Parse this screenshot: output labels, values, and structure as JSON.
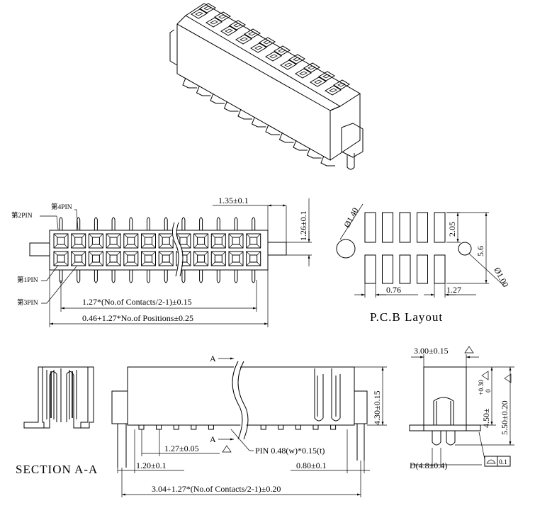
{
  "top_view": {
    "pin_label_2": "第2PIN",
    "pin_label_4": "第4PIN",
    "pin_label_1": "第1PIN",
    "pin_label_3": "第3PIN",
    "dim_width": "1.35±0.1",
    "dim_height": "1.26±0.1",
    "dim_span": "1.27*(No.of Contacts/2-1)±0.15",
    "dim_overall": "0.46+1.27*No.of Positions±0.25"
  },
  "pcb": {
    "title": "P.C.B Layout",
    "hole_left": "Ø1.40",
    "hole_right": "Ø1.00",
    "pad_height": "2.05",
    "row_span": "5.6",
    "pad_width": "0.76",
    "pad_pitch": "1.27"
  },
  "section": {
    "title": "SECTION A-A"
  },
  "side_view": {
    "cut_label_top": "A",
    "cut_label_bottom": "A",
    "height": "4.30±0.15",
    "pitch": "1.27±0.05",
    "pin": "PIN 0.48(w)*0.15(t)",
    "left_offset": "1.20±0.1",
    "right_offset": "0.80±0.1",
    "overall": "3.04+1.27*(No.of Contacts/2-1)±0.20"
  },
  "end_view": {
    "width": "3.00±0.15",
    "body_height_base": "4.50±",
    "body_tol_plus": "+0.30",
    "body_tol_minus": "0",
    "total_height": "5.50±0.20",
    "post": "D(4.8±0.4)",
    "flatness": "0.1"
  }
}
